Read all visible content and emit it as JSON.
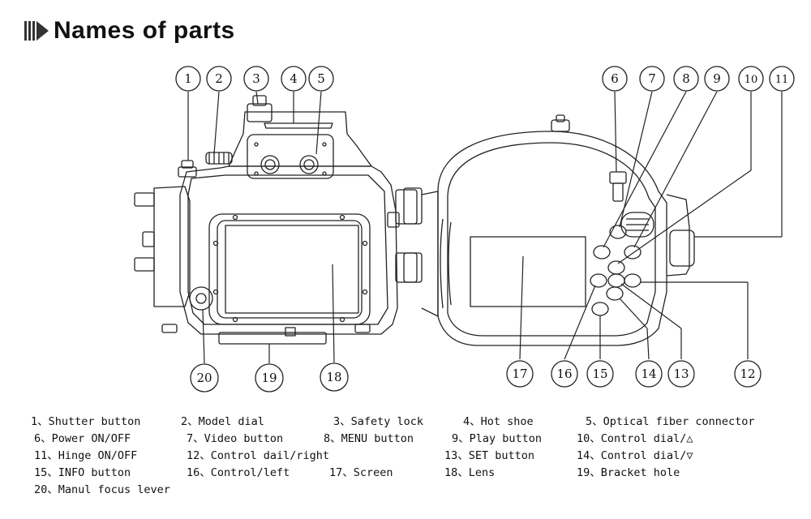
{
  "header": {
    "title": "Names of parts"
  },
  "callouts": [
    {
      "n": "1"
    },
    {
      "n": "2"
    },
    {
      "n": "3"
    },
    {
      "n": "4"
    },
    {
      "n": "5"
    },
    {
      "n": "6"
    },
    {
      "n": "7"
    },
    {
      "n": "8"
    },
    {
      "n": "9"
    },
    {
      "n": "10"
    },
    {
      "n": "11"
    },
    {
      "n": "12"
    },
    {
      "n": "13"
    },
    {
      "n": "14"
    },
    {
      "n": "15"
    },
    {
      "n": "16"
    },
    {
      "n": "17"
    },
    {
      "n": "18"
    },
    {
      "n": "19"
    },
    {
      "n": "20"
    }
  ],
  "legend": {
    "rows": [
      [
        "1、Shutter button",
        "2、Model dial",
        "3、Safety lock",
        "4、Hot shoe",
        "5、Optical fiber connector"
      ],
      [
        "6、Power ON/OFF",
        "7、Video button",
        "8、MENU button",
        "9、Play button",
        "10、Control dial/△"
      ],
      [
        "11、Hinge ON/OFF",
        "12、Control dail/right",
        "13、SET button",
        "14、Control dial/▽"
      ],
      [
        "15、INFO button",
        "16、Control/left",
        "17、Screen",
        "18、Lens",
        "19、Bracket hole"
      ],
      [
        "20、Manul focus lever"
      ]
    ]
  }
}
